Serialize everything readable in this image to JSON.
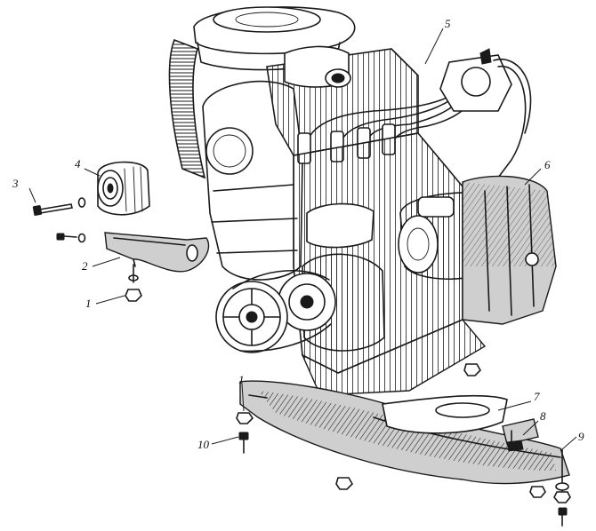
{
  "figure": {
    "callouts": [
      {
        "id": "1a",
        "text": "1"
      },
      {
        "id": "1b",
        "text": "1"
      },
      {
        "id": "2",
        "text": "2"
      },
      {
        "id": "3",
        "text": "3"
      },
      {
        "id": "4",
        "text": "4"
      },
      {
        "id": "5",
        "text": "5"
      },
      {
        "id": "6",
        "text": "6"
      },
      {
        "id": "7",
        "text": "7"
      },
      {
        "id": "8",
        "text": "8"
      },
      {
        "id": "9",
        "text": "9"
      },
      {
        "id": "10",
        "text": "10"
      }
    ]
  }
}
